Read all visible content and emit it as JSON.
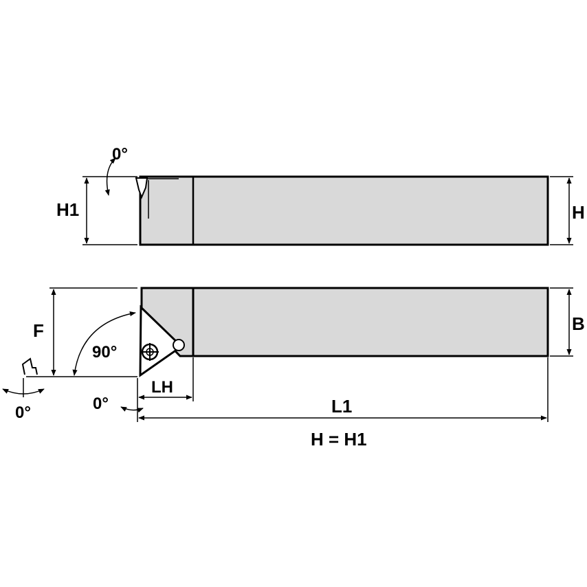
{
  "labels": {
    "h1": "H1",
    "h": "H",
    "b": "B",
    "f": "F",
    "lh": "LH",
    "l1": "L1",
    "angle_top": "0°",
    "angle_left": "0°",
    "angle_bottom": "0°",
    "angle_90": "90°",
    "note": "H = H1"
  },
  "colors": {
    "body_fill": "#d9d9d9",
    "stroke": "#000000"
  }
}
